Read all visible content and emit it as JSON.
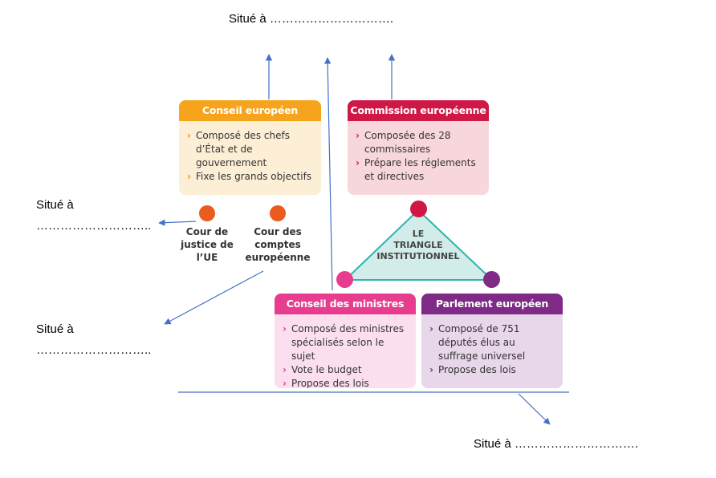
{
  "situe_labels": {
    "top": "Situé à ………………………….",
    "left_1_line1": "Situé à",
    "left_1_line2": "………………………..",
    "left_2_line1": "Situé à",
    "left_2_line2": "………………………..",
    "bottom": "Situé à …………………………."
  },
  "cards": {
    "conseil_europeen": {
      "title": "Conseil européen",
      "items": [
        "Composé des chefs d’État et de gouvernement",
        "Fixe les grands objectifs"
      ]
    },
    "commission": {
      "title": "Commission européenne",
      "items": [
        "Composée des 28 commissaires",
        "Prépare les réglements et directives"
      ]
    },
    "conseil_ministres": {
      "title": "Conseil des ministres",
      "items": [
        "Composé des ministres spécialisés selon le sujet",
        "Vote le budget",
        "Propose des lois"
      ]
    },
    "parlement": {
      "title": "Parlement européen",
      "items": [
        "Composé de 751 députés élus au suffrage universel",
        "Propose des lois"
      ]
    }
  },
  "courts": {
    "justice": "Cour de justice de l’UE",
    "comptes": "Cour des comptes européenne"
  },
  "triangle": {
    "line1": "LE",
    "line2": "TRIANGLE",
    "line3": "INSTITUTIONNEL"
  },
  "bullet_glyph": "›",
  "colors": {
    "conseil_europeen": "#f6a41c",
    "commission": "#cf1846",
    "conseil_ministres": "#e83d8f",
    "parlement": "#7f2a86",
    "court_dot": "#eb5a1e",
    "triangle_fill": "#d2ecea",
    "triangle_stroke": "#2bb5ad",
    "arrow": "#4472c4"
  }
}
